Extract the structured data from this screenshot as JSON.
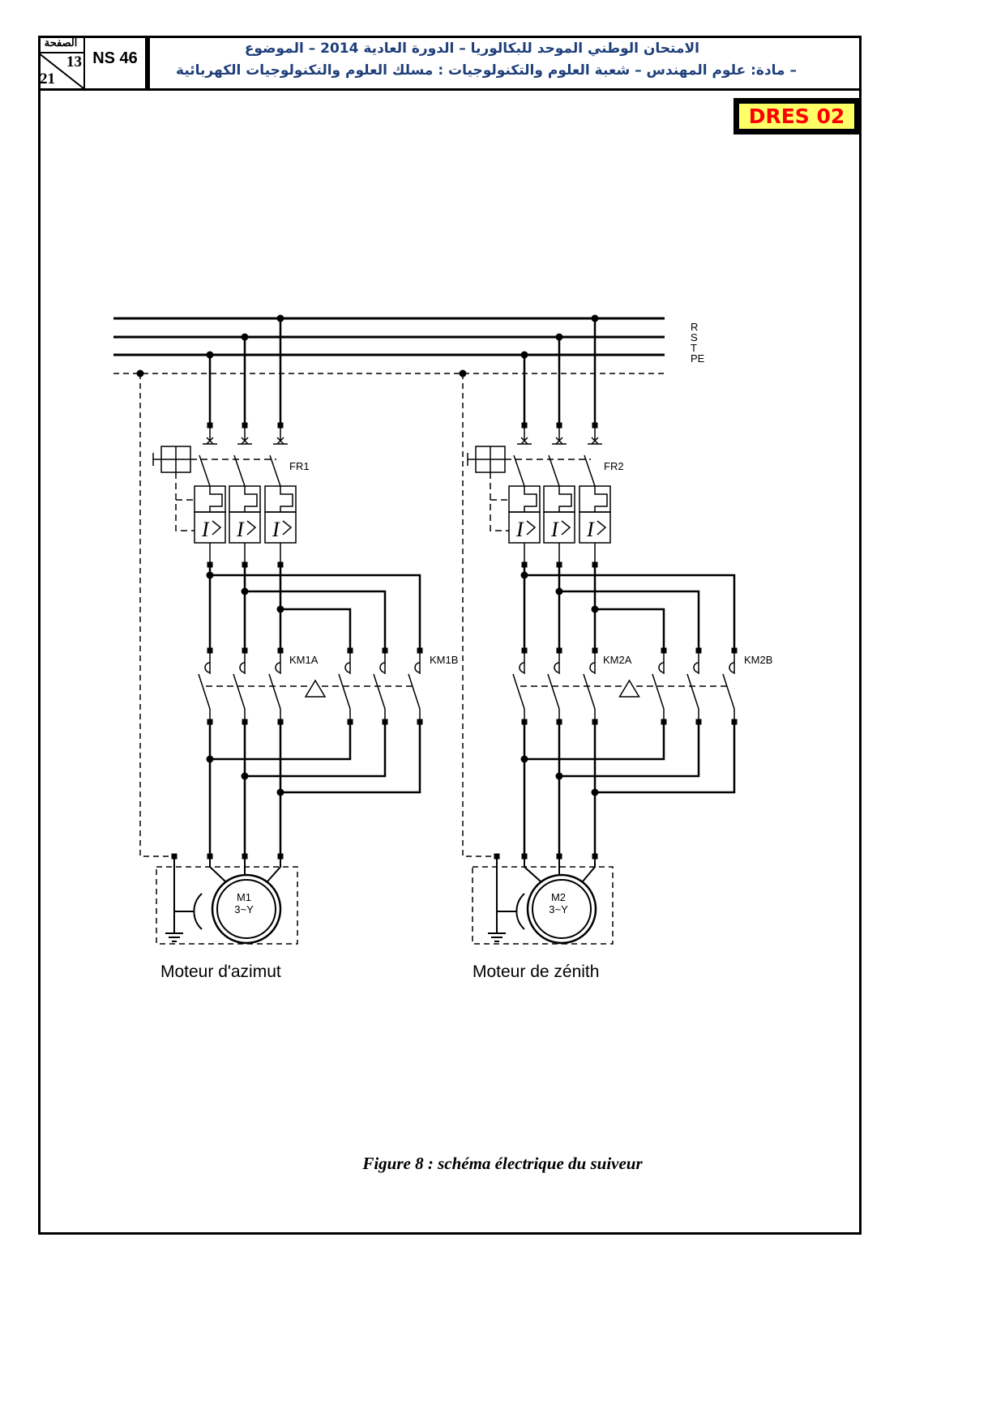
{
  "header": {
    "page_label": "الصفحة",
    "page_current": "13",
    "page_total": "21",
    "exam_code": "NS 46",
    "title_line1": "الامتحان الوطني الموحد للبكالوريا – الدورة العادية 2014 –   الموضوع",
    "title_line2": "– مادة: علوم المهندس – شعبة العلوم والتكنولوجيات : مسلك العلوم والتكنولوجيات الكهربائية"
  },
  "document_badge": "DRES 02",
  "diagram": {
    "bus_labels": [
      "R",
      "S",
      "T",
      "PE"
    ],
    "sections": [
      {
        "breaker_label": "FR1",
        "contactor_a_label": "KM1A",
        "contactor_b_label": "KM1B",
        "motor_id": "M1",
        "motor_type": "3~Y",
        "caption": "Moteur d'azimut"
      },
      {
        "breaker_label": "FR2",
        "contactor_a_label": "KM2A",
        "contactor_b_label": "KM2B",
        "motor_id": "M2",
        "motor_type": "3~Y",
        "caption": "Moteur de zénith"
      }
    ]
  },
  "figure_caption": "Figure 8 : schéma électrique du suiveur"
}
